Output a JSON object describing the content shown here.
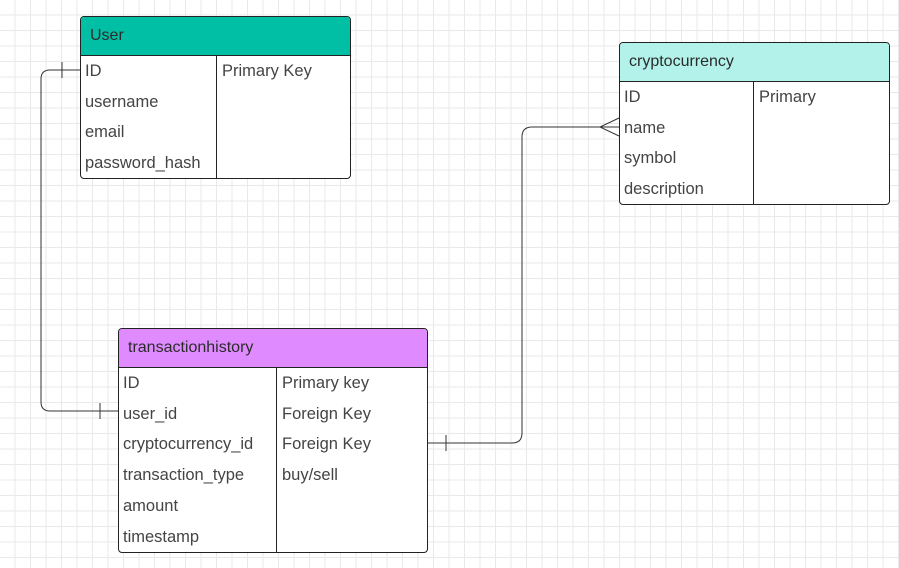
{
  "colors": {
    "user_header": "#00bfa5",
    "crypto_header": "#b3f2ea",
    "transaction_header": "#df8bff",
    "line": "#333333"
  },
  "entities": {
    "user": {
      "title": "User",
      "rows": [
        {
          "name": "ID",
          "key": "Primary Key"
        },
        {
          "name": "username",
          "key": ""
        },
        {
          "name": "email",
          "key": ""
        },
        {
          "name": "password_hash",
          "key": ""
        }
      ]
    },
    "cryptocurrency": {
      "title": "cryptocurrency",
      "rows": [
        {
          "name": "ID",
          "key": "Primary"
        },
        {
          "name": "name",
          "key": ""
        },
        {
          "name": "symbol",
          "key": ""
        },
        {
          "name": "description",
          "key": ""
        }
      ]
    },
    "transactionhistory": {
      "title": "transactionhistory",
      "rows": [
        {
          "name": "ID",
          "key": "Primary key"
        },
        {
          "name": "user_id",
          "key": "Foreign Key"
        },
        {
          "name": "cryptocurrency_id",
          "key": "Foreign Key"
        },
        {
          "name": "transaction_type",
          "key": "buy/sell"
        },
        {
          "name": "amount",
          "key": ""
        },
        {
          "name": "timestamp",
          "key": ""
        }
      ]
    }
  },
  "relationships": [
    {
      "from": "User.ID",
      "to": "transactionhistory.user_id",
      "from_end": "one",
      "to_end": "one"
    },
    {
      "from": "transactionhistory.cryptocurrency_id",
      "to": "cryptocurrency.name",
      "from_end": "one",
      "to_end": "many"
    }
  ]
}
